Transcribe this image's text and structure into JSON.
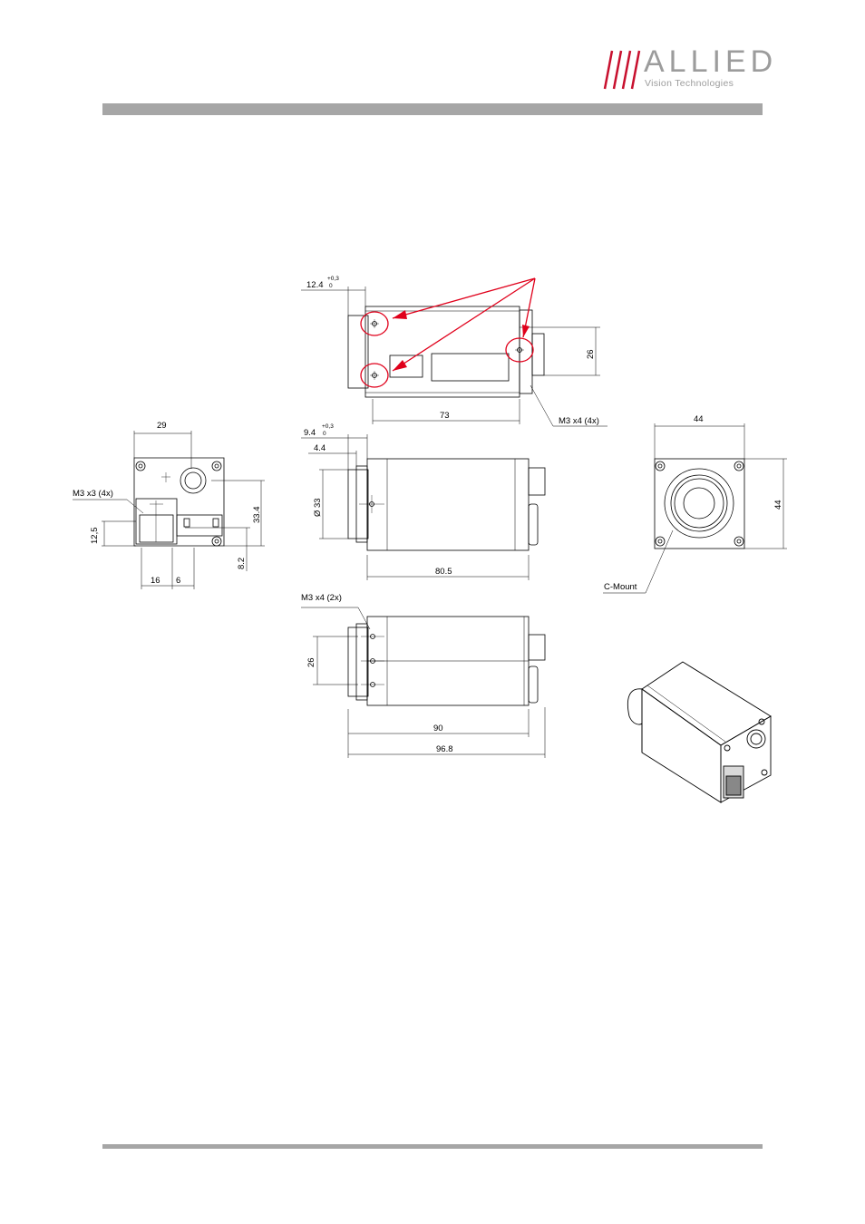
{
  "logo": {
    "word": "ALLIED",
    "subtitle": "Vision Technologies",
    "slash_color": "#c8102e",
    "text_color": "#9c9c9c"
  },
  "colors": {
    "rule": "#a6a6a6",
    "callout": "#e0001b",
    "line": "#000000"
  },
  "top_view": {
    "dim_offset": "12.4",
    "tol_upper": "+0,3",
    "tol_lower": "0",
    "dim_height": "26",
    "dim_length": "73",
    "thread_note": "M3 x4 (4x)"
  },
  "side_view": {
    "dim_offset": "9.4",
    "tol_upper": "+0,3",
    "tol_lower": "0",
    "dim_flange": "4.4",
    "dim_diameter": "Ø 33",
    "dim_length": "80.5"
  },
  "bottom_view": {
    "thread_note": "M3 x4 (2x)",
    "dim_height": "26",
    "dim_length": "90",
    "dim_total": "96.8"
  },
  "back_view": {
    "dim_width": "29",
    "thread_note": "M3 x3 (4x)",
    "dim_height": "33.4",
    "dim_low": "12,5",
    "dim_a": "16",
    "dim_b": "6",
    "dim_offset": "8.2"
  },
  "front_view": {
    "dim_width": "44",
    "dim_height": "44",
    "mount_label": "C-Mount"
  }
}
